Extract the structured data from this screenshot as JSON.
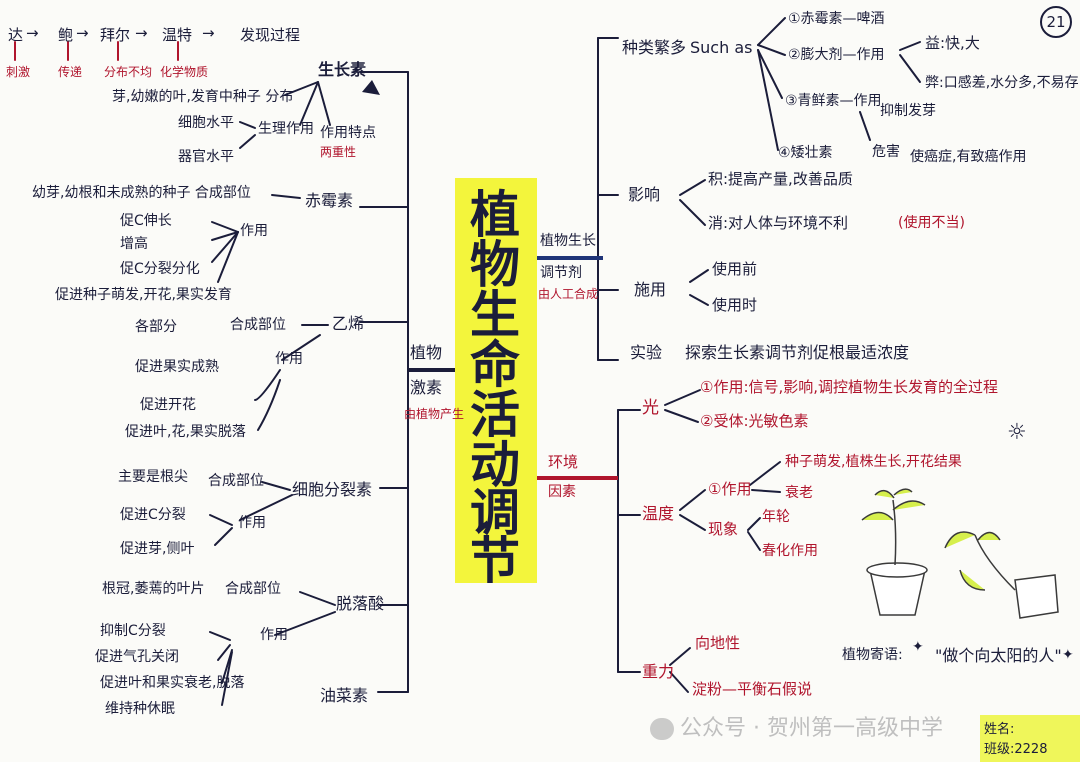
{
  "page_number": "21",
  "center": {
    "title_chars": [
      "植",
      "物",
      "生",
      "命",
      "活",
      "动",
      "调",
      "节"
    ]
  },
  "left": {
    "hub": {
      "l1": "植物",
      "l2": "激素",
      "note": "由植物产生"
    },
    "history": {
      "scientists": [
        "达",
        "鲍",
        "拜尔",
        "温特",
        "发现过程"
      ],
      "findings": [
        "刺激",
        "传递",
        "分布不均",
        "化学物质"
      ]
    },
    "auxin": {
      "name": "生长素",
      "distribution": "芽,幼嫩的叶,发育中种子 分布",
      "cell_level": "细胞水平",
      "physio": "生理作用",
      "organ_level": "器官水平",
      "feature": "作用特点",
      "feature_note": "两重性"
    },
    "gibberellin": {
      "name": "赤霉素",
      "site": "幼芽,幼根和未成熟的种子 合成部位",
      "effect": "作用",
      "effects": [
        "促C伸长",
        "增高",
        "促C分裂分化",
        "促进种子萌发,开花,果实发育"
      ]
    },
    "ethylene": {
      "name": "乙烯",
      "site": "各部分",
      "site_label": "合成部位",
      "effect": "作用",
      "effects": [
        "促进果实成熟",
        "促进开花",
        "促进叶,花,果实脱落"
      ]
    },
    "cytokinin": {
      "name": "细胞分裂素",
      "site": "主要是根尖",
      "site_label": "合成部位",
      "effect": "作用",
      "effects": [
        "促进C分裂",
        "促进芽,侧叶"
      ]
    },
    "aba": {
      "name": "脱落酸",
      "site": "根冠,萎蔫的叶片",
      "site_label": "合成部位",
      "effect": "作用",
      "effects": [
        "抑制C分裂",
        "促进气孔关闭",
        "促进叶和果实衰老,脱落",
        "维持种休眠"
      ]
    },
    "brassin": {
      "name": "油菜素"
    }
  },
  "right": {
    "regulator": {
      "l1": "植物生长",
      "l2": "调节剂",
      "note": "由人工合成"
    },
    "types": {
      "label": "种类繁多",
      "such_as": "Such as",
      "items": [
        "①赤霉素—啤酒",
        "②膨大剂—作用",
        "③青鲜素—作用",
        "④矮壮素"
      ],
      "pros": "益:快,大",
      "cons": "弊:口感差,水分多,不易存",
      "qingxian_effect": "抑制发芽",
      "harm_label": "危害",
      "harm": "使癌症,有致癌作用"
    },
    "impact": {
      "label": "影响",
      "pos": "积:提高产量,改善品质",
      "neg": "消:对人体与环境不利",
      "neg_note": "(使用不当)"
    },
    "apply": {
      "label": "施用",
      "before": "使用前",
      "during": "使用时"
    },
    "experiment": {
      "label": "实验",
      "content": "探索生长素调节剂促根最适浓度"
    },
    "env": {
      "hub": {
        "l1": "环境",
        "l2": "因素"
      },
      "light": {
        "label": "光",
        "effect": "①作用:信号,影响,调控植物生长发育的全过程",
        "receptor": "②受体:光敏色素"
      },
      "temp": {
        "label": "温度",
        "effect": "①作用",
        "effects": [
          "种子萌发,植株生长,开花结果",
          "衰老"
        ],
        "phenomena": "现象",
        "phenomena_items": [
          "年轮",
          "春化作用"
        ]
      },
      "gravity": {
        "label": "重力",
        "items": [
          "向地性",
          "淀粉—平衡石假说"
        ]
      }
    }
  },
  "decor": {
    "plant_caption": "植物寄语:",
    "plant_quote": "\"做个向太阳的人\"",
    "watermark": "公众号 · 贺州第一高级中学",
    "signature": [
      "姓名:",
      "班级:2228"
    ]
  }
}
